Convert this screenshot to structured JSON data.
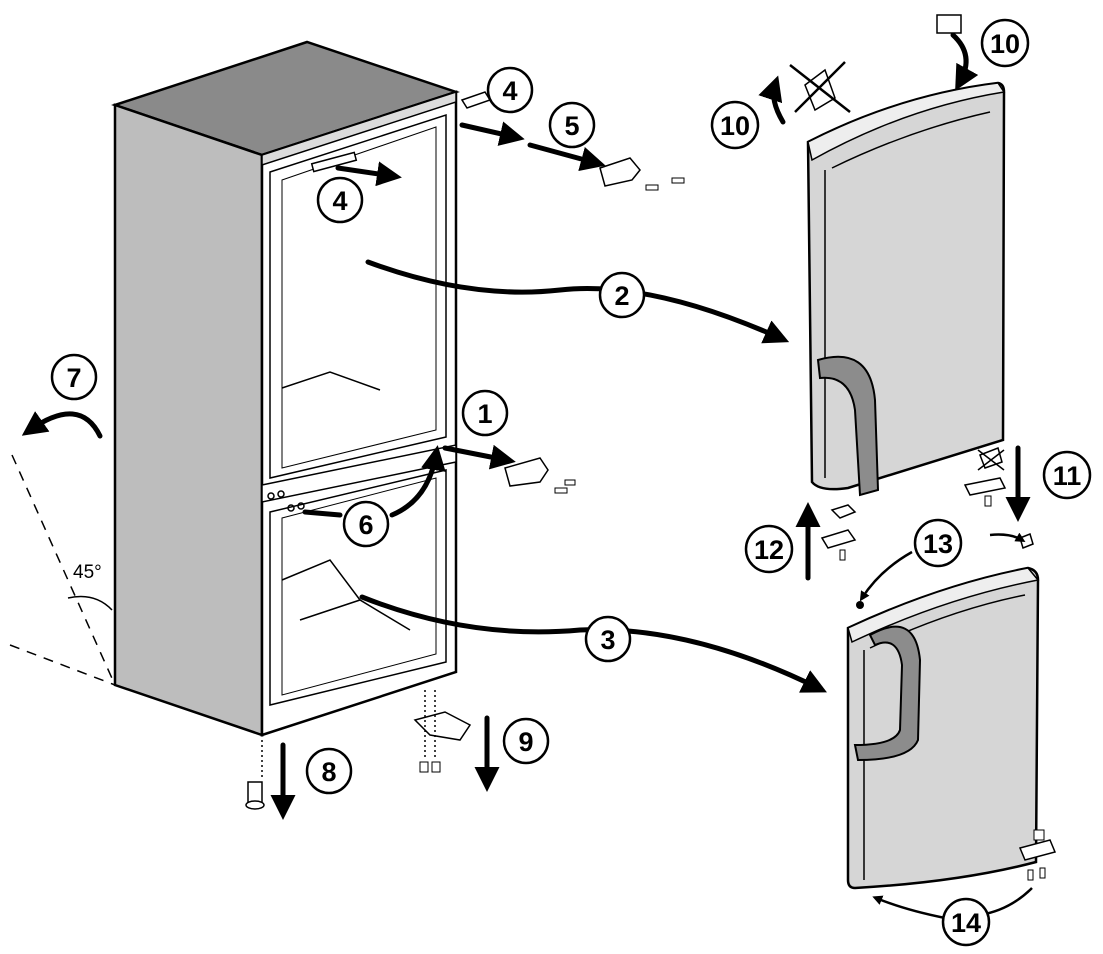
{
  "diagram": {
    "steps": [
      "1",
      "2",
      "3",
      "4",
      "4",
      "5",
      "6",
      "7",
      "8",
      "9",
      "10",
      "10",
      "11",
      "12",
      "13",
      "14"
    ],
    "angle_label": "45°"
  },
  "colors": {
    "line": "#000000",
    "cabinet_side": "#bdbdbd",
    "cabinet_top": "#8a8a8a",
    "door_face": "#d6d6d6",
    "handle": "#8c8c8c",
    "background": "#ffffff"
  }
}
